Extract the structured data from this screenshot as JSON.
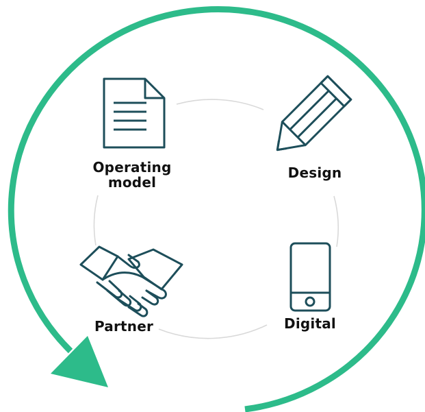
{
  "colors": {
    "cycle_arrow": "#2dbb8a",
    "inner_ring": "#d9d9d9",
    "icon_stroke": "#1d4e5a",
    "label_text": "#111111"
  },
  "nodes": [
    {
      "id": "operating-model",
      "icon": "document-icon",
      "label_lines": [
        "Operating",
        "model"
      ]
    },
    {
      "id": "design",
      "icon": "pencil-icon",
      "label_lines": [
        "Design"
      ]
    },
    {
      "id": "digital",
      "icon": "smartphone-icon",
      "label_lines": [
        "Digital"
      ]
    },
    {
      "id": "partner",
      "icon": "handshake-icon",
      "label_lines": [
        "Partner"
      ]
    }
  ]
}
